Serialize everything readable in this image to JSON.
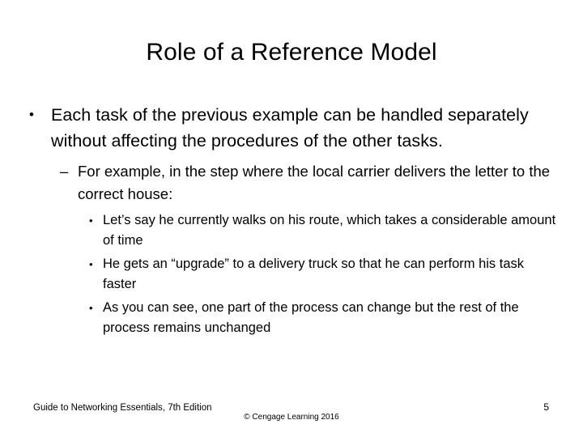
{
  "slide": {
    "title": "Role of a Reference Model",
    "page_number": "5",
    "background_color": "#ffffff",
    "text_color": "#000000"
  },
  "content": {
    "level1": {
      "marker": "•",
      "text": "Each task of the previous example can be handled separately without affecting the procedures of the other tasks."
    },
    "level2": {
      "marker": "–",
      "text": "For example, in the step where the local carrier delivers the letter to the correct house:"
    },
    "level3": [
      {
        "marker": "•",
        "text": "Let’s say he currently walks on his route, which takes a considerable amount of time"
      },
      {
        "marker": "•",
        "text": "He gets an “upgrade” to a delivery truck so that he can perform his task faster"
      },
      {
        "marker": "•",
        "text": "As you can see, one part of the process can change but the rest of the process remains unchanged"
      }
    ]
  },
  "footer": {
    "book": "Guide to Networking Essentials, 7th Edition",
    "copyright": "© Cengage Learning  2016",
    "page_number": "5"
  }
}
